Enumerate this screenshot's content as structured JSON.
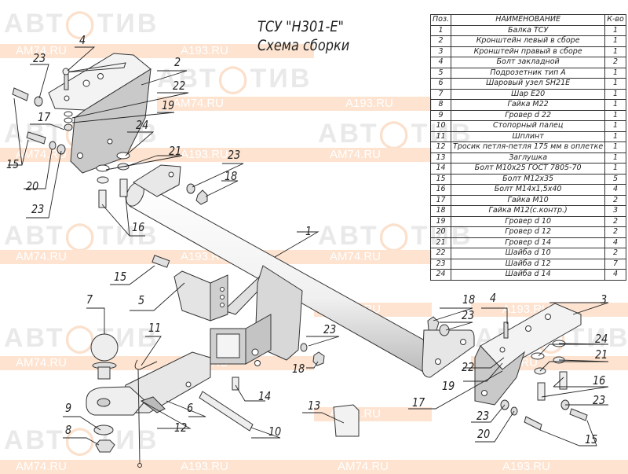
{
  "watermark": {
    "logo_left": "АВТ",
    "logo_right": "ТИВ",
    "site1": "AM74.RU",
    "site2": "A193.RU",
    "band_color": "#fde3d0",
    "logo_color": "#e9e9e9"
  },
  "title": {
    "line1": "ТСУ \"Н301-Е\"",
    "line2": "Схема сборки"
  },
  "parts_table": {
    "headers": [
      "Поз.",
      "НАИМЕНОВАНИЕ",
      "К-во"
    ],
    "rows": [
      {
        "pos": "1",
        "name": "Балка ТСУ",
        "qty": "1"
      },
      {
        "pos": "2",
        "name": "Кронштейн левый в сборе",
        "qty": "1"
      },
      {
        "pos": "3",
        "name": "Кронштейн правый в сборе",
        "qty": "1"
      },
      {
        "pos": "4",
        "name": "Болт закладной",
        "qty": "2"
      },
      {
        "pos": "5",
        "name": "Подрозетник тип А",
        "qty": "1"
      },
      {
        "pos": "6",
        "name": "Шаровый узел SH21E",
        "qty": "1"
      },
      {
        "pos": "7",
        "name": "Шар Е20",
        "qty": "1"
      },
      {
        "pos": "8",
        "name": "Гайка М22",
        "qty": "1"
      },
      {
        "pos": "9",
        "name": "Гровер d 22",
        "qty": "1"
      },
      {
        "pos": "10",
        "name": "Стопорный палец",
        "qty": "1"
      },
      {
        "pos": "11",
        "name": "Шплинт",
        "qty": "1"
      },
      {
        "pos": "12",
        "name": "Тросик петля-петля 175 мм в оплетке",
        "qty": "1"
      },
      {
        "pos": "13",
        "name": "Заглушка",
        "qty": "1"
      },
      {
        "pos": "14",
        "name": "Болт М10х25 ГОСТ 7805-70",
        "qty": "1"
      },
      {
        "pos": "15",
        "name": "Болт М12х35",
        "qty": "5"
      },
      {
        "pos": "16",
        "name": "Болт М14х1,5х40",
        "qty": "4"
      },
      {
        "pos": "17",
        "name": "Гайка М10",
        "qty": "2"
      },
      {
        "pos": "18",
        "name": "Гайка М12(с.контр.)",
        "qty": "3"
      },
      {
        "pos": "19",
        "name": "Гровер d 10",
        "qty": "2"
      },
      {
        "pos": "20",
        "name": "Гровер d 12",
        "qty": "2"
      },
      {
        "pos": "21",
        "name": "Гровер d 14",
        "qty": "4"
      },
      {
        "pos": "22",
        "name": "Шайба d 10",
        "qty": "2"
      },
      {
        "pos": "23",
        "name": "Шайба d 12",
        "qty": "7"
      },
      {
        "pos": "24",
        "name": "Шайба d 14",
        "qty": "4"
      }
    ]
  },
  "callouts": {
    "c4a": "4",
    "c2": "2",
    "c23a": "23",
    "c22a": "22",
    "c19a": "19",
    "c17a": "17",
    "c24a": "24",
    "c15a": "15",
    "c20a": "20",
    "c23b": "23",
    "c21a": "21",
    "c23c": "23",
    "c18a": "18",
    "c16a": "16",
    "c1": "1",
    "c15b": "15",
    "c5": "5",
    "c7": "7",
    "c11": "11",
    "c23d": "23",
    "c18b": "18",
    "c14": "14",
    "c6": "6",
    "c9": "9",
    "c8": "8",
    "c12": "12",
    "c13": "13",
    "c10": "10",
    "c18c": "18",
    "c23e": "23",
    "c4b": "4",
    "c3": "3",
    "c24b": "24",
    "c21b": "21",
    "c22b": "22",
    "c19b": "19",
    "c17b": "17",
    "c16b": "16",
    "c23f": "23",
    "c23g": "23",
    "c20b": "20",
    "c15c": "15"
  }
}
